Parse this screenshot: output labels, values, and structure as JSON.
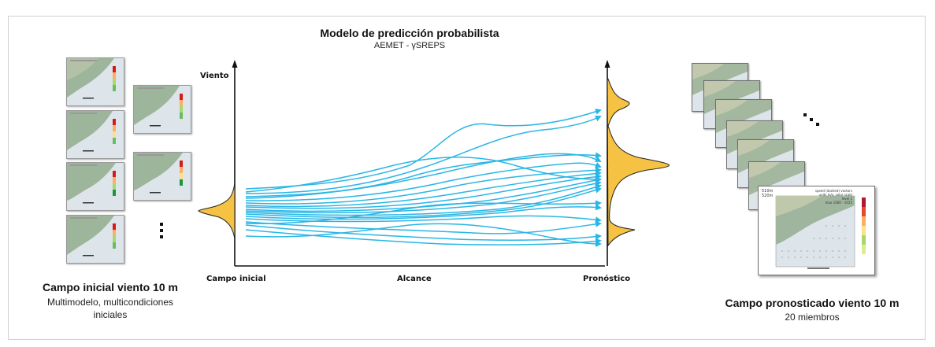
{
  "header": {
    "title": "Modelo de predicción probabilista",
    "subtitle": "AEMET - γSREPS"
  },
  "diagram": {
    "y_axis_label": "Viento",
    "x_start_label": "Campo inicial",
    "x_middle_label": "Alcance",
    "x_end_label": "Pronóstico",
    "trajectory_color": "#29b6e6",
    "distribution_color": "#f6c244"
  },
  "left_panel": {
    "title": "Campo inicial viento 10 m",
    "subtitle": "Multimodelo, multicondiciones iniciales"
  },
  "right_panel": {
    "title": "Campo pronosticado viento 10 m",
    "subtitle": "20 miembros",
    "big_map_label_left": "510m\n520m",
    "big_map_label_right": "speed (dashed) vectors\nunits m/s; color scale\nlevel 1\nmax 1000 - 1015"
  }
}
